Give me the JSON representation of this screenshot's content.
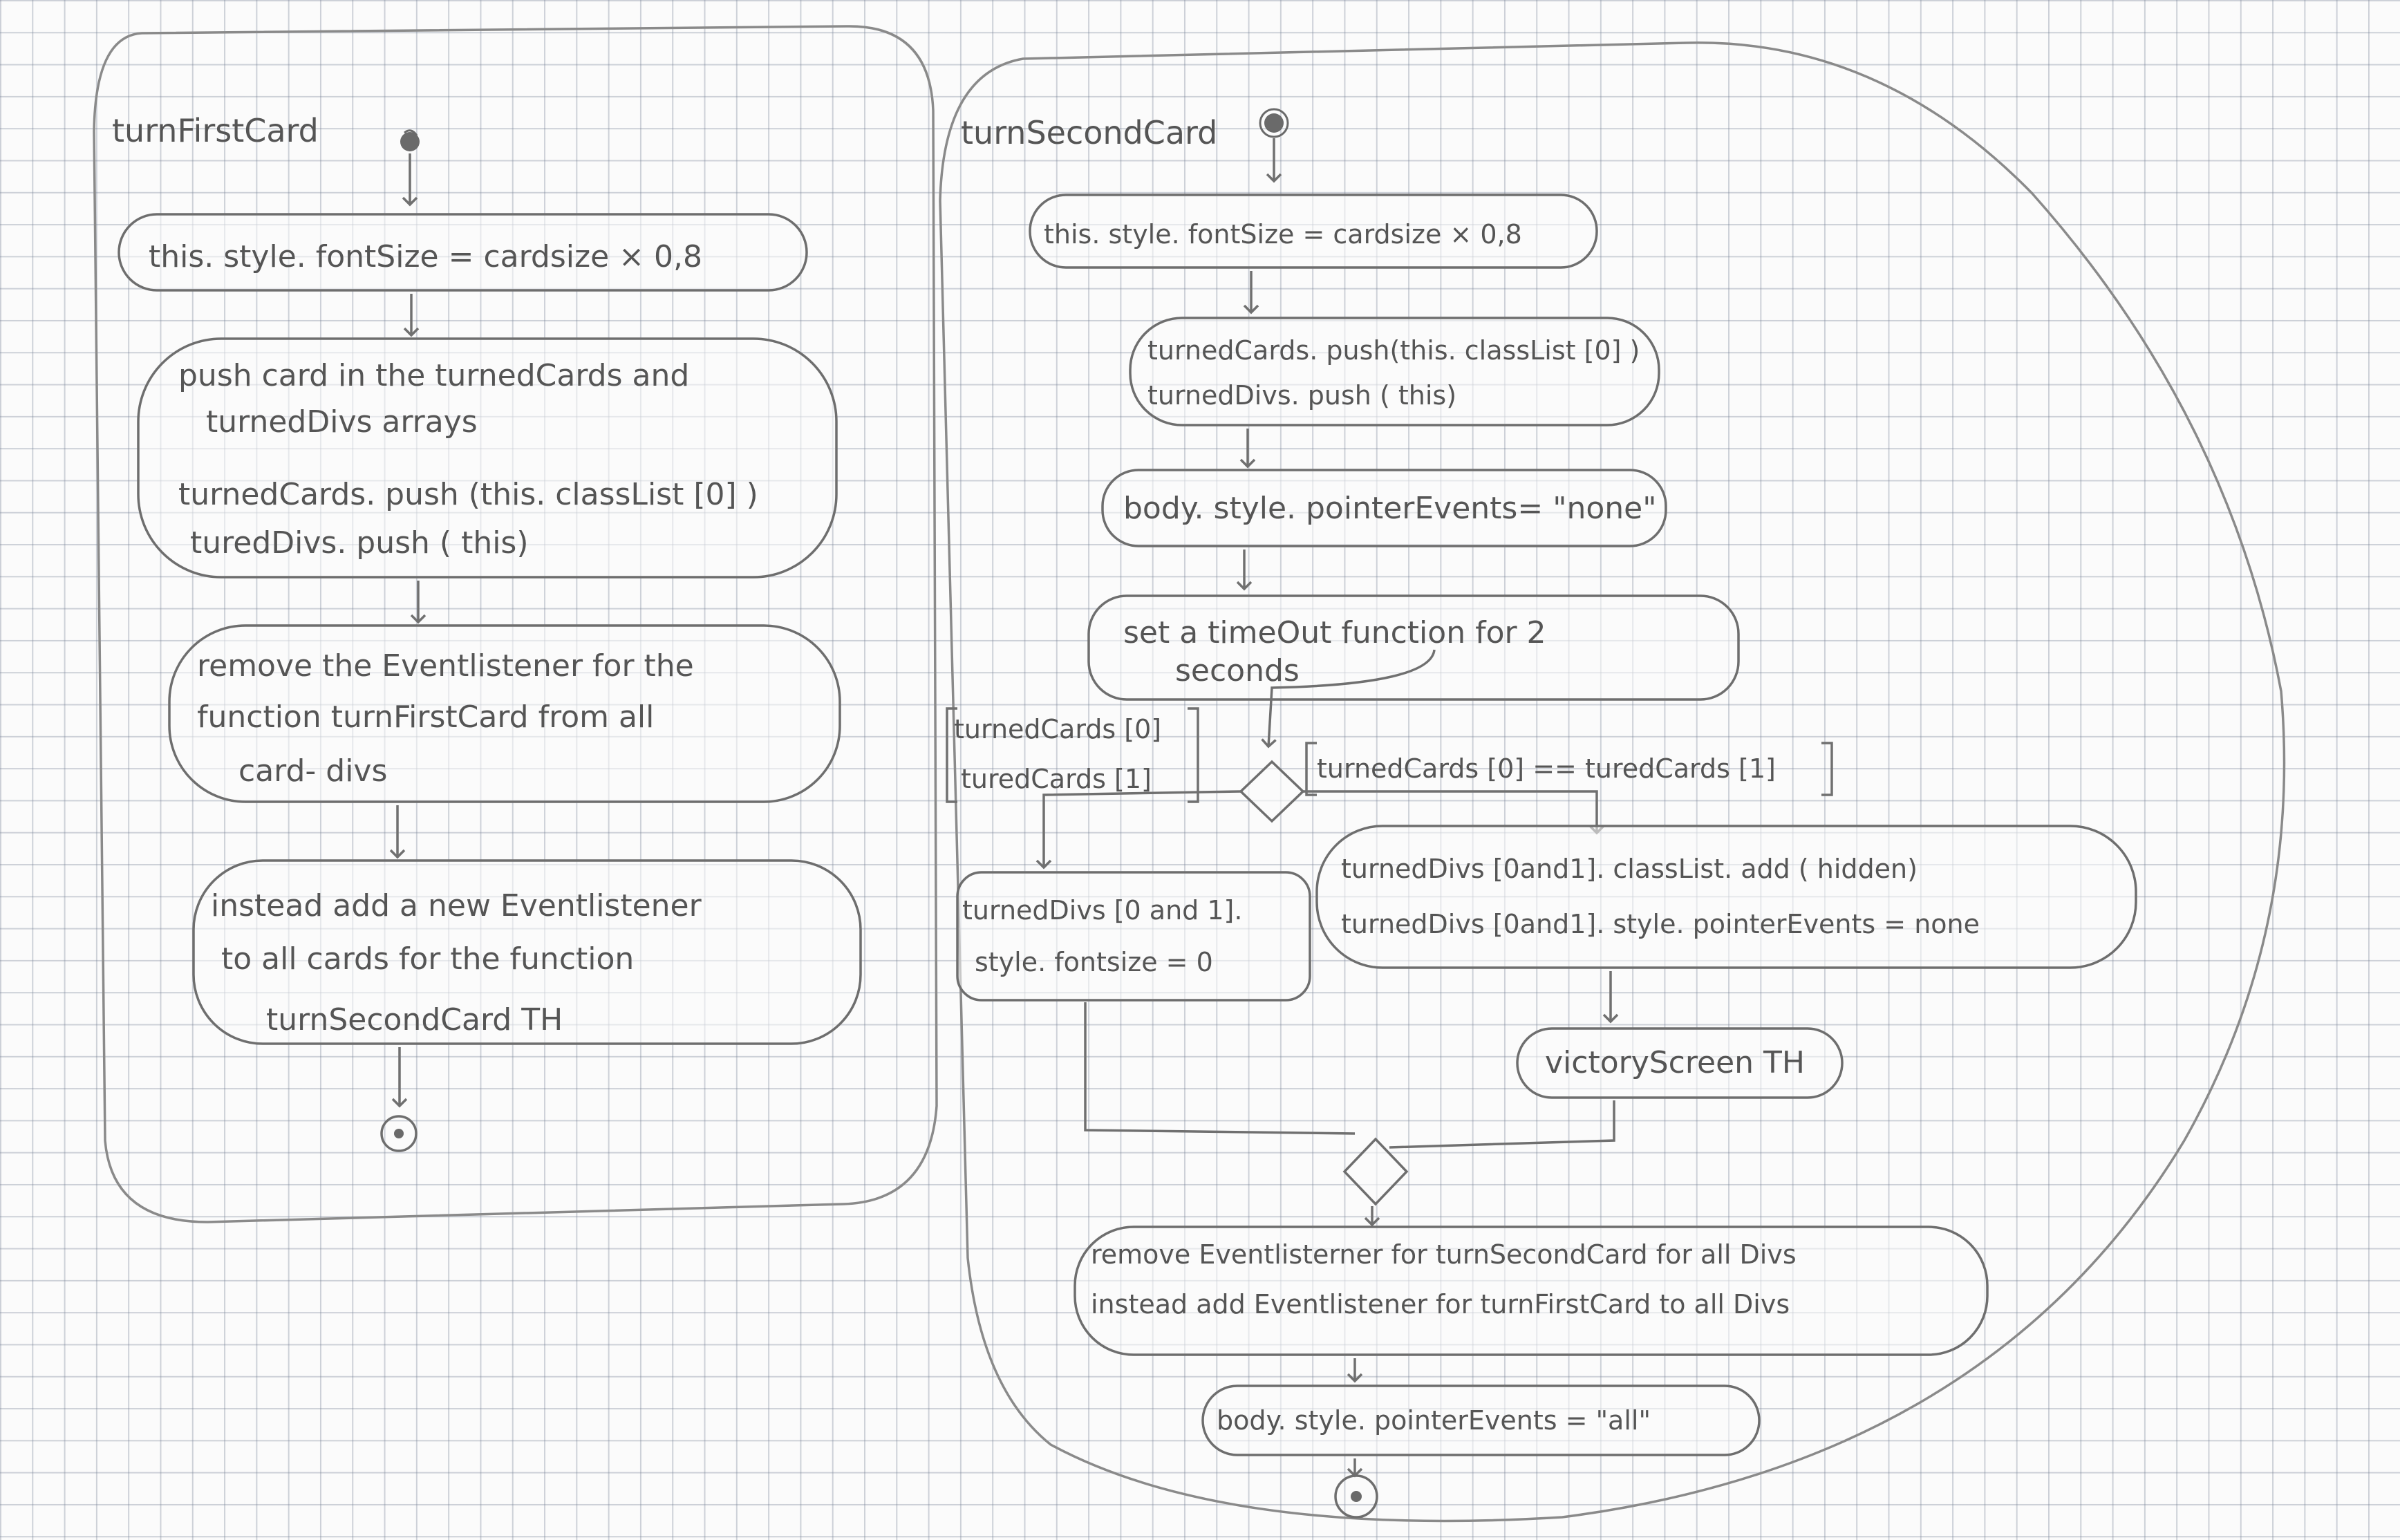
{
  "lanes": {
    "first": {
      "title": "turnFirstCard"
    },
    "second": {
      "title": "turnSecondCard"
    }
  },
  "first": {
    "n1": "this. style. fontSize = cardsize × 0,8",
    "n2": {
      "l1": "push card in the turnedCards and",
      "l2": "turnedDivs  arrays",
      "l3": "turnedCards. push (this. classList [0] )",
      "l4": "turedDivs. push ( this)"
    },
    "n3": {
      "l1": "remove  the  Eventlistener  for the",
      "l2": "function turnFirstCard from all",
      "l3": "card- divs"
    },
    "n4": {
      "l1": "instead  add  a  new  Eventlistener",
      "l2": "to all cards for the function",
      "l3": "turnSecondCard TH"
    }
  },
  "second": {
    "s1": "this. style. fontSize = cardsize × 0,8",
    "s2": {
      "l1": "turnedCards. push(this. classList [0] )",
      "l2": "turnedDivs. push ( this)"
    },
    "s3": "body. style. pointerEvents= \"none\"",
    "s4": {
      "l1": "set  a  timeOut  function  for 2",
      "l2": "seconds"
    },
    "guard_left": {
      "l1": "turnedCards [0]",
      "l2": "turedCards [1]"
    },
    "guard_right": "turnedCards [0] == turedCards [1]",
    "s5": {
      "l1": "turnedDivs [0 and 1].",
      "l2": "style. fontsize = 0"
    },
    "s6": {
      "l1": "turnedDivs [0and1]. classList. add ( hidden)",
      "l2": "turnedDivs [0and1]. style. pointerEvents = none"
    },
    "s7": "victoryScreen TH",
    "s8": {
      "l1": "remove Eventlisterner for turnSecondCard for all Divs",
      "l2": "instead add Eventlistener for turnFirstCard to all Divs"
    },
    "s9": "body. style. pointerEvents = \"all\""
  }
}
